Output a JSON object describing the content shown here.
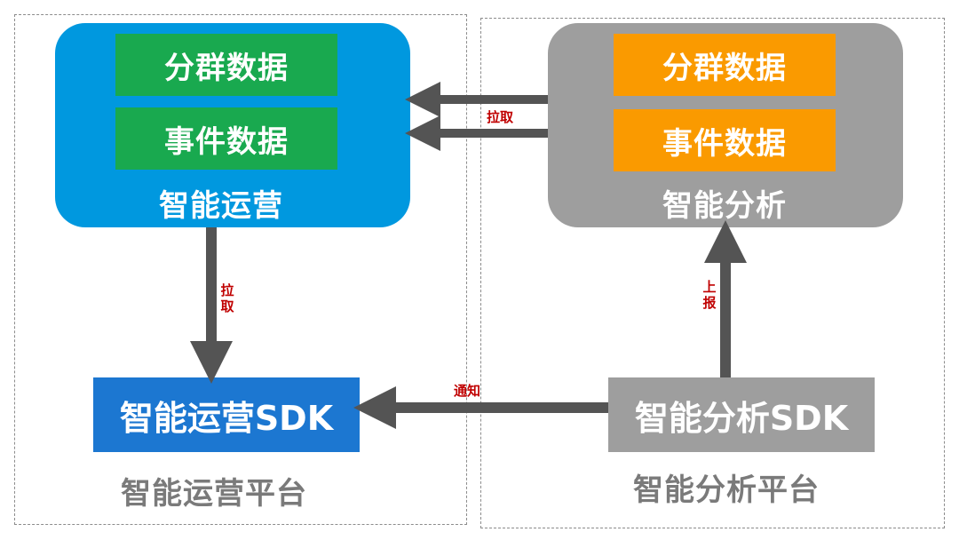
{
  "left_platform": {
    "module": {
      "box1": "分群数据",
      "box2": "事件数据",
      "title": "智能运营"
    },
    "sdk": "智能运营SDK",
    "label": "智能运营平台",
    "color": "#0098df",
    "box_color": "#19a94f"
  },
  "right_platform": {
    "module": {
      "box1": "分群数据",
      "box2": "事件数据",
      "title": "智能分析"
    },
    "sdk": "智能分析SDK",
    "label": "智能分析平台",
    "color": "#9e9e9e",
    "box_color": "#fa9a00"
  },
  "arrows": {
    "pull_top": "拉取",
    "pull_vertical": [
      "拉",
      "取"
    ],
    "report_vertical": [
      "上",
      "报"
    ],
    "notify": "通知",
    "color": "#545454",
    "label_color": "#c00000"
  }
}
